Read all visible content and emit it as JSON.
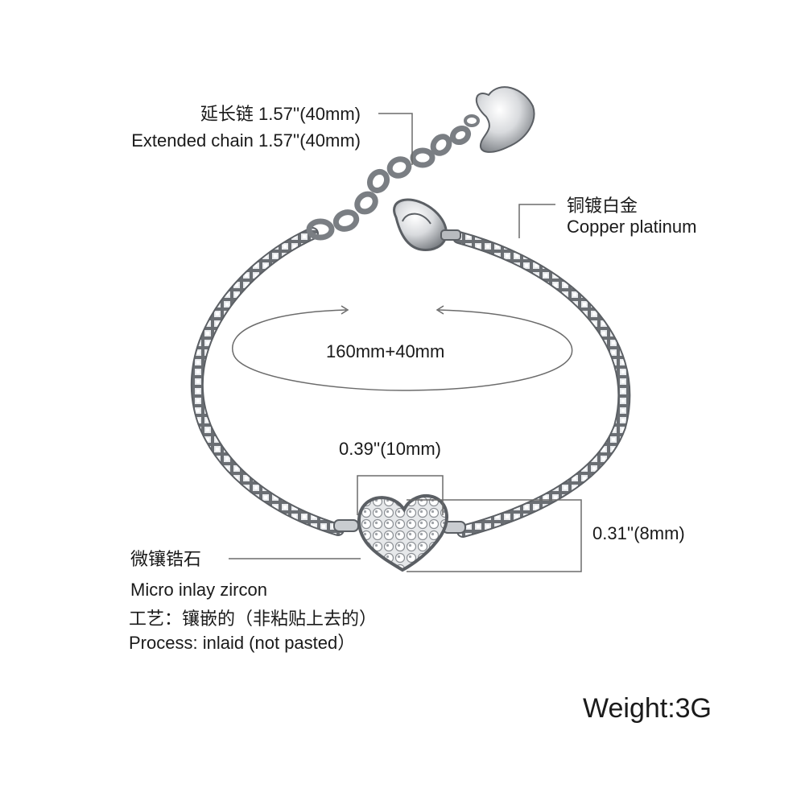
{
  "labels": {
    "extension_cn": "延长链  1.57''(40mm)",
    "extension_en": "Extended chain 1.57''(40mm)",
    "material_cn": "铜镀白金",
    "material_en": "Copper platinum",
    "length": "160mm+40mm",
    "width": "0.39''(10mm)",
    "height": "0.31''(8mm)",
    "inlay_cn": "微镶锆石",
    "inlay_en": "Micro inlay zircon",
    "process_cn": "工艺：镶嵌的（非粘贴上去的）",
    "process_en": "Process: inlaid (not pasted）",
    "weight": "Weight:3G"
  },
  "colors": {
    "silver": "#c9ccd0",
    "dark": "#5b5f64",
    "line": "#6b6b6b",
    "text": "#1a1a1a"
  }
}
